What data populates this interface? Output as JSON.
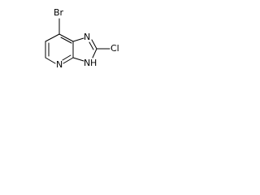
{
  "molecule": {
    "atoms": {
      "br": "Br",
      "cl": "Cl",
      "n_imine": "N",
      "n_pyridine": "N",
      "nh_n": "N",
      "nh_h": "H"
    }
  }
}
